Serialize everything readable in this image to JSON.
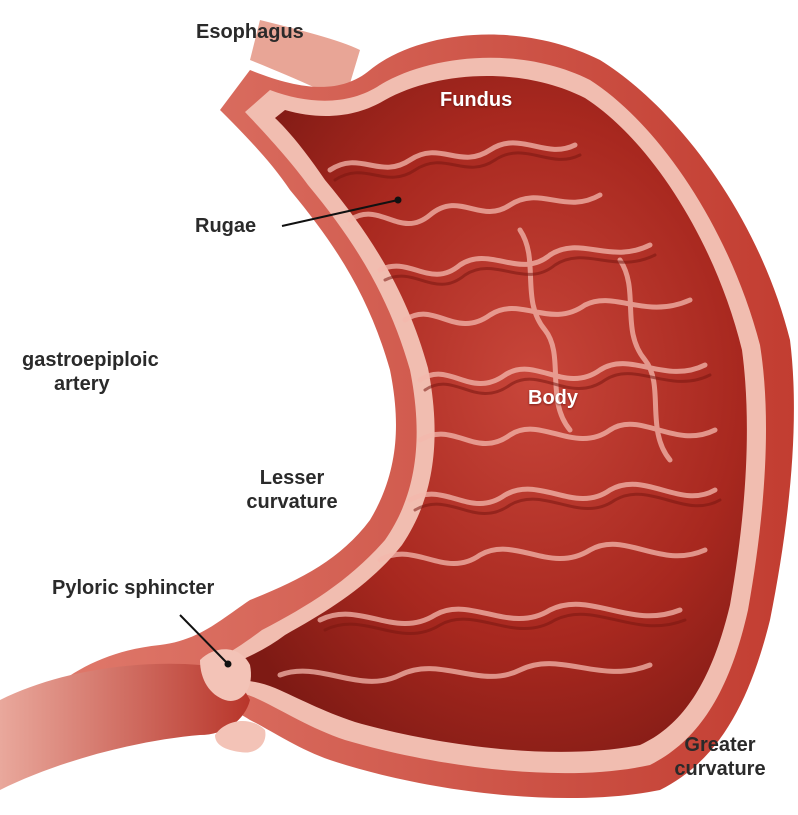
{
  "labels": {
    "esophagus": "Esophagus",
    "fundus": "Fundus",
    "rugae": "Rugae",
    "gastroepiploic_line1": "gastroepiploic",
    "gastroepiploic_line2": "artery",
    "body": "Body",
    "lesser_line1": "Lesser",
    "lesser_line2": "curvature",
    "pyloric": "Pyloric sphincter",
    "greater_line1": "Greater",
    "greater_line2": "curvature"
  },
  "colors": {
    "outer_wall": "#c9463a",
    "muscle_layer": "#e9a59a",
    "lining_pink": "#f2c2b6",
    "interior": "#a8281f",
    "rugae_highlight": "#f4b8ad",
    "label_text": "#2a2a2a",
    "inner_label_text": "#ffffff"
  }
}
